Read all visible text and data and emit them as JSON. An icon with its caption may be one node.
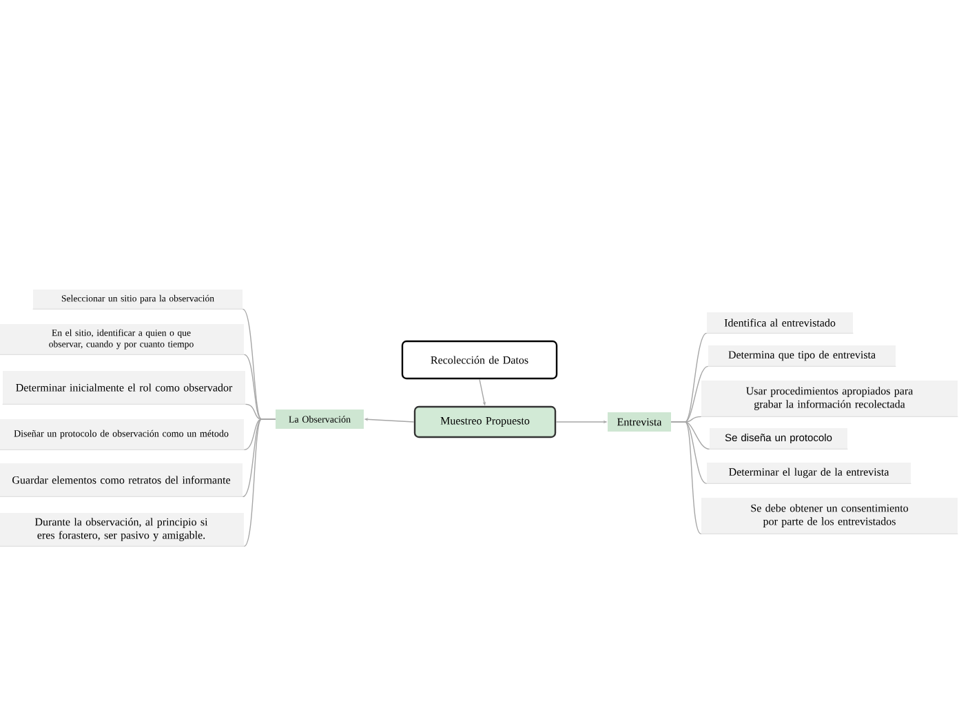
{
  "diagram": {
    "nodes": [
      {
        "text": [
          "Recolección de Datos"
        ]
      },
      {
        "text": [
          "Muestreo Propuesto"
        ]
      },
      {
        "text": [
          "La Observación"
        ]
      },
      {
        "text": [
          "Entrevista"
        ]
      },
      {
        "text": [
          "Seleccionar un sitio para la observación"
        ]
      },
      {
        "text": [
          "En el sitio, identificar a quien o que observar, cuando y por cuanto tiempo"
        ]
      },
      {
        "text": [
          "Determinar inicialmente el rol como observador"
        ]
      },
      {
        "text": [
          "Diseñar un protocolo de observación como un método"
        ]
      },
      {
        "text": [
          "Guardar elementos como retratos del informante"
        ]
      },
      {
        "text": [
          "Durante la observación, al principio si eres forastero, ser pasivo y amigable."
        ]
      },
      {
        "text": [
          "Identifica al entrevistado"
        ]
      },
      {
        "text": [
          "Determina que tipo de entrevista"
        ]
      },
      {
        "text": [
          "Usar procedimientos apropiados para grabar la información recolectada"
        ]
      },
      {
        "text": [
          "Se diseña un protocolo"
        ]
      },
      {
        "text": [
          "Determinar el lugar de la entrevista"
        ]
      },
      {
        "text": [
          "Se debe obtener un consentimiento por parte de los entrevistados"
        ]
      }
    ],
    "edges": [
      {
        "from": 0,
        "to": 1,
        "arrow": "to"
      },
      {
        "from": 1,
        "to": 2,
        "arrow": "to"
      },
      {
        "from": 1,
        "to": 3,
        "arrow": "to"
      },
      {
        "from": 2,
        "to": 4,
        "arrow": "none"
      },
      {
        "from": 2,
        "to": 5,
        "arrow": "none"
      },
      {
        "from": 2,
        "to": 6,
        "arrow": "none"
      },
      {
        "from": 2,
        "to": 7,
        "arrow": "none"
      },
      {
        "from": 2,
        "to": 8,
        "arrow": "none"
      },
      {
        "from": 2,
        "to": 9,
        "arrow": "none"
      },
      {
        "from": 3,
        "to": 10,
        "arrow": "none"
      },
      {
        "from": 3,
        "to": 11,
        "arrow": "none"
      },
      {
        "from": 3,
        "to": 12,
        "arrow": "none"
      },
      {
        "from": 3,
        "to": 13,
        "arrow": "none"
      },
      {
        "from": 3,
        "to": 14,
        "arrow": "none"
      },
      {
        "from": 3,
        "to": 15,
        "arrow": "none"
      }
    ]
  }
}
